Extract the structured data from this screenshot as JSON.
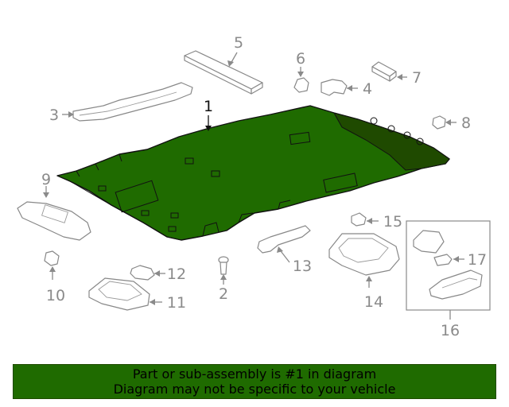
{
  "colors": {
    "highlight": "#1f6b00",
    "banner_bg": "#1f6b00",
    "callout_text": "#8a8a8a",
    "main_callout_text": "#111111"
  },
  "callouts": {
    "c1": "1",
    "c2": "2",
    "c3": "3",
    "c4": "4",
    "c5": "5",
    "c6": "6",
    "c7": "7",
    "c8": "8",
    "c9": "9",
    "c10": "10",
    "c11": "11",
    "c12": "12",
    "c13": "13",
    "c14": "14",
    "c15": "15",
    "c16": "16",
    "c17": "17"
  },
  "banner": {
    "line1": "Part or sub-assembly is #1 in diagram",
    "line2": "Diagram may not be specific to your vehicle"
  }
}
